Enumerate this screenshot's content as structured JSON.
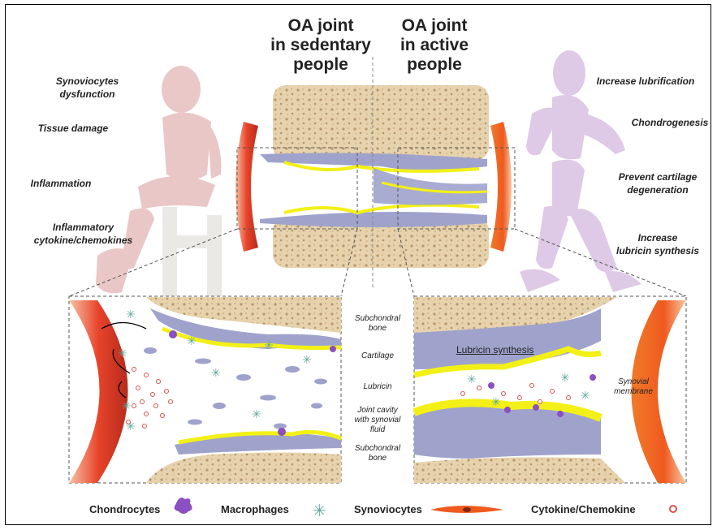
{
  "header": {
    "left_line1": "OA joint",
    "left_line2": "in sedentary",
    "left_line3": "people",
    "right_line1": "OA joint",
    "right_line2": "in active",
    "right_line3": "people"
  },
  "left_effects": [
    {
      "line1": "Synoviocytes",
      "line2": "dysfunction"
    },
    {
      "line1": "Tissue damage",
      "line2": ""
    },
    {
      "line1": "Inflammation",
      "line2": ""
    },
    {
      "line1": "Inflammatory",
      "line2": "cytokine/chemokines"
    }
  ],
  "right_effects": [
    {
      "line1": "Increase lubrification",
      "line2": ""
    },
    {
      "line1": "Chondrogenesis",
      "line2": ""
    },
    {
      "line1": "Prevent cartilage",
      "line2": "degeneration"
    },
    {
      "line1": "Increase",
      "line2": "lubricin synthesis"
    }
  ],
  "middle_labels": {
    "subchondral_top_1": "Subchondral",
    "subchondral_top_2": "bone",
    "cartilage": "Cartilage",
    "lubricin": "Lubricin",
    "joint_cavity_1": "Joint cavity",
    "joint_cavity_2": "with synovial",
    "joint_cavity_3": "fluid",
    "subchondral_bottom_1": "Subchondral",
    "subchondral_bottom_2": "bone"
  },
  "right_panel": {
    "lubricin_synthesis": "Lubricin synthesis",
    "synovial_1": "Synovial",
    "synovial_2": "membrane"
  },
  "legend": {
    "chondrocytes": "Chondrocytes",
    "macrophages": "Macrophages",
    "synoviocytes": "Synoviocytes",
    "cytokine": "Cytokine/Chemokine"
  },
  "colors": {
    "bone": "#e6d2ac",
    "bone_pore": "#b8976a",
    "cartilage": "#9fa3cc",
    "lubricin": "#f3f017",
    "membrane": "#e8432a",
    "macrophage": "#8a4fc0",
    "synoviocyte": "#5fa79a",
    "cytokine": "#d9534f",
    "sedentary_figure": "#d99a9a",
    "active_figure": "#c9a6d6"
  },
  "icons": [
    "sitting-person-icon",
    "walking-person-icon",
    "chair-icon",
    "macrophage-icon",
    "synoviocyte-icon",
    "chondrocyte-icon",
    "cytokine-icon"
  ]
}
